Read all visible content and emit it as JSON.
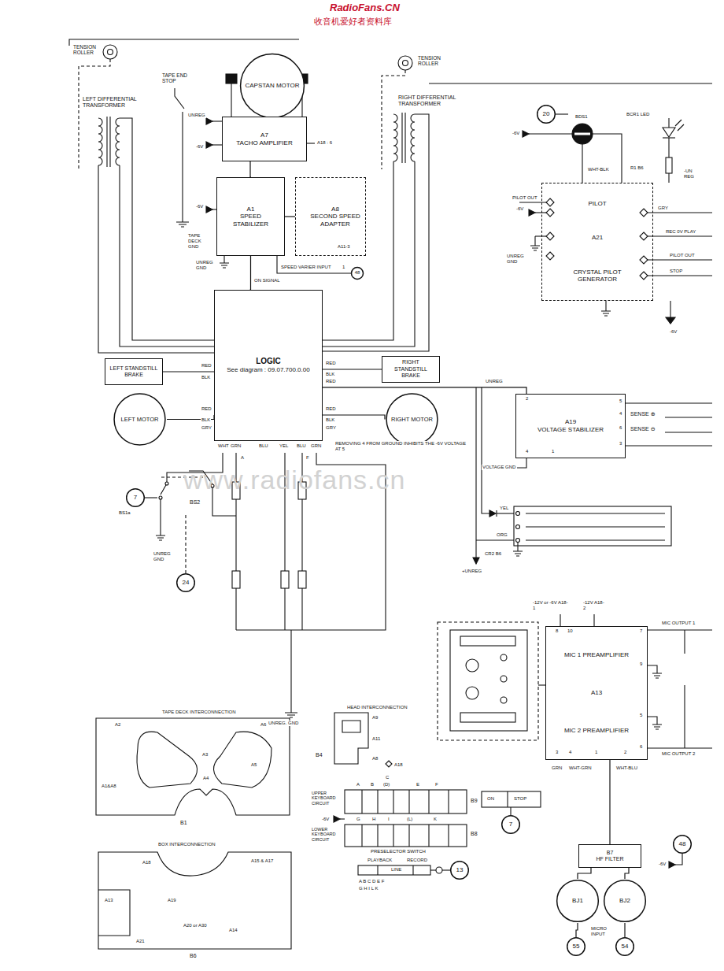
{
  "diagram": {
    "nodes": [
      {
        "text": [
          "CAPSTAN MOTOR"
        ]
      },
      {
        "text": [
          "A7",
          "TACHO AMPLIFIER"
        ]
      },
      {
        "text": [
          "A1",
          "SPEED STABILIZER"
        ]
      },
      {
        "text": [
          "A8",
          "SECOND SPEED ADAPTER"
        ]
      },
      {
        "text": [
          "LOGIC",
          "See diagram : 09.07.700.0.00"
        ]
      },
      {
        "text": [
          "LEFT STANDSTILL BRAKE"
        ]
      },
      {
        "text": [
          "RIGHT STANDSTILL BRAKE"
        ]
      },
      {
        "text": [
          "LEFT MOTOR"
        ]
      },
      {
        "text": [
          "RIGHT MOTOR"
        ]
      },
      {
        "text": [
          "A19",
          "VOLTAGE STABILIZER"
        ]
      },
      {
        "text": [
          "PILOT",
          "A21",
          "CRYSTAL PILOT GENERATOR"
        ]
      },
      {
        "text": [
          "MIC 1 PREAMPLIFIER",
          "A13",
          "MIC 2 PREAMPLIFIER"
        ]
      },
      {
        "text": [
          "B7",
          "HF FILTER"
        ]
      },
      {
        "text": [
          "BJ1"
        ]
      },
      {
        "text": [
          "BJ2"
        ]
      },
      {
        "text": [
          "55"
        ]
      },
      {
        "text": [
          "54"
        ]
      },
      {
        "text": [
          "7"
        ]
      },
      {
        "text": [
          "24"
        ]
      },
      {
        "text": [
          "7"
        ]
      },
      {
        "text": [
          "13"
        ]
      },
      {
        "text": [
          "48"
        ]
      },
      {
        "text": [
          "20"
        ]
      },
      {
        "text": [
          "48"
        ]
      }
    ],
    "edges": [
      {
        "from": 0,
        "to": 1,
        "arrow": "none"
      },
      {
        "from": 1,
        "to": 2,
        "arrow": "none"
      },
      {
        "from": 2,
        "to": 3,
        "arrow": "none"
      },
      {
        "from": 2,
        "to": 4,
        "arrow": "none"
      },
      {
        "from": 5,
        "to": 4,
        "arrow": "none"
      },
      {
        "from": 4,
        "to": 6,
        "arrow": "none"
      },
      {
        "from": 7,
        "to": 4,
        "arrow": "none"
      },
      {
        "from": 4,
        "to": 8,
        "arrow": "none"
      },
      {
        "from": 4,
        "to": 9,
        "label": "UNREG",
        "arrow": "none"
      },
      {
        "from": 11,
        "to": 12,
        "arrow": "none"
      },
      {
        "from": 12,
        "to": 13,
        "arrow": "none"
      },
      {
        "from": 12,
        "to": 14,
        "arrow": "none"
      },
      {
        "from": 13,
        "to": 15,
        "arrow": "none"
      },
      {
        "from": 14,
        "to": 16,
        "arrow": "none"
      }
    ],
    "labels": [
      "RadioFans.CN",
      "收音机爱好者资料库",
      "TENSION ROLLER",
      "TAPE END STOP",
      "LEFT DIFFERENTIAL TRANSFORMER",
      "TENSION ROLLER",
      "RIGHT DIFFERENTIAL TRANSFORMER",
      "UNREG",
      "-6V",
      "A18 : 6",
      "-6V",
      "TAPE DECK GND",
      "UNREG GND",
      "ON SIGNAL",
      "SPEED VARIER INPUT",
      "1",
      "A11-3",
      "RED",
      "BLK",
      "RED",
      "BLK",
      "GRY",
      "RED",
      "BLK",
      "RED",
      "RED",
      "BLK",
      "GRY",
      "REMOVING 4 FROM GROUND INHIBITS THE -6V VOLTAGE AT 5",
      "WHT",
      "GRN",
      "BLU",
      "YEL",
      "BLU",
      "GRN",
      "A",
      "F",
      "BS1a",
      "BS2",
      "UNREG GND",
      "UNREG. GND",
      "+UNREG",
      "YEL",
      "ORG",
      "CR2 B6",
      "VOLTAGE GND",
      "SENSE ⊕",
      "SENSE ⊖",
      "2",
      "4",
      "1",
      "5",
      "4",
      "6",
      "3",
      "-6V",
      "BDS1",
      "WHT-BLK",
      "PILOT OUT",
      "-6V",
      "UNREG GND",
      "GRY",
      "REC 0V PLAY",
      "PILOT OUT",
      "STOP",
      "-6V",
      "BCR1 LED",
      "R1 B6",
      "-UN REG",
      "-12V or -6V A18-1",
      "-12V A18-2",
      "MIC OUTPUT 1",
      "MIC OUTPUT 2",
      "GRN",
      "WHT-GRN",
      "WHT-BLU",
      "8",
      "10",
      "7",
      "9",
      "5",
      "6",
      "3",
      "4",
      "1",
      "2",
      "-6V",
      "MICRO INPUT",
      "TAPE DECK INTERCONNECTION",
      "A2",
      "A6",
      "A3",
      "A4",
      "A5",
      "A1&A8",
      "B1",
      "BOX INTERCONNECTION",
      "A18",
      "A15 & A17",
      "A13",
      "A19",
      "A20 or A30",
      "A14",
      "A21",
      "B6",
      "HEAD INTERCONNECTION",
      "A9",
      "A11",
      "B4",
      "A8",
      "A18",
      "A",
      "B",
      "C",
      "(D)",
      "E",
      "F",
      "UPPER KEYBOARD CIRCUIT",
      "-6V",
      "G",
      "H",
      "I",
      "(L)",
      "K",
      "B9",
      "B8",
      "LOWER KEYBOARD CIRCUIT",
      "PRESELECTOR SWITCH",
      "ON",
      "STOP",
      "PLAYBACK",
      "RECORD",
      "LINE",
      "A B C D E F",
      "G H I L K",
      "www.radiofans.cn"
    ]
  }
}
